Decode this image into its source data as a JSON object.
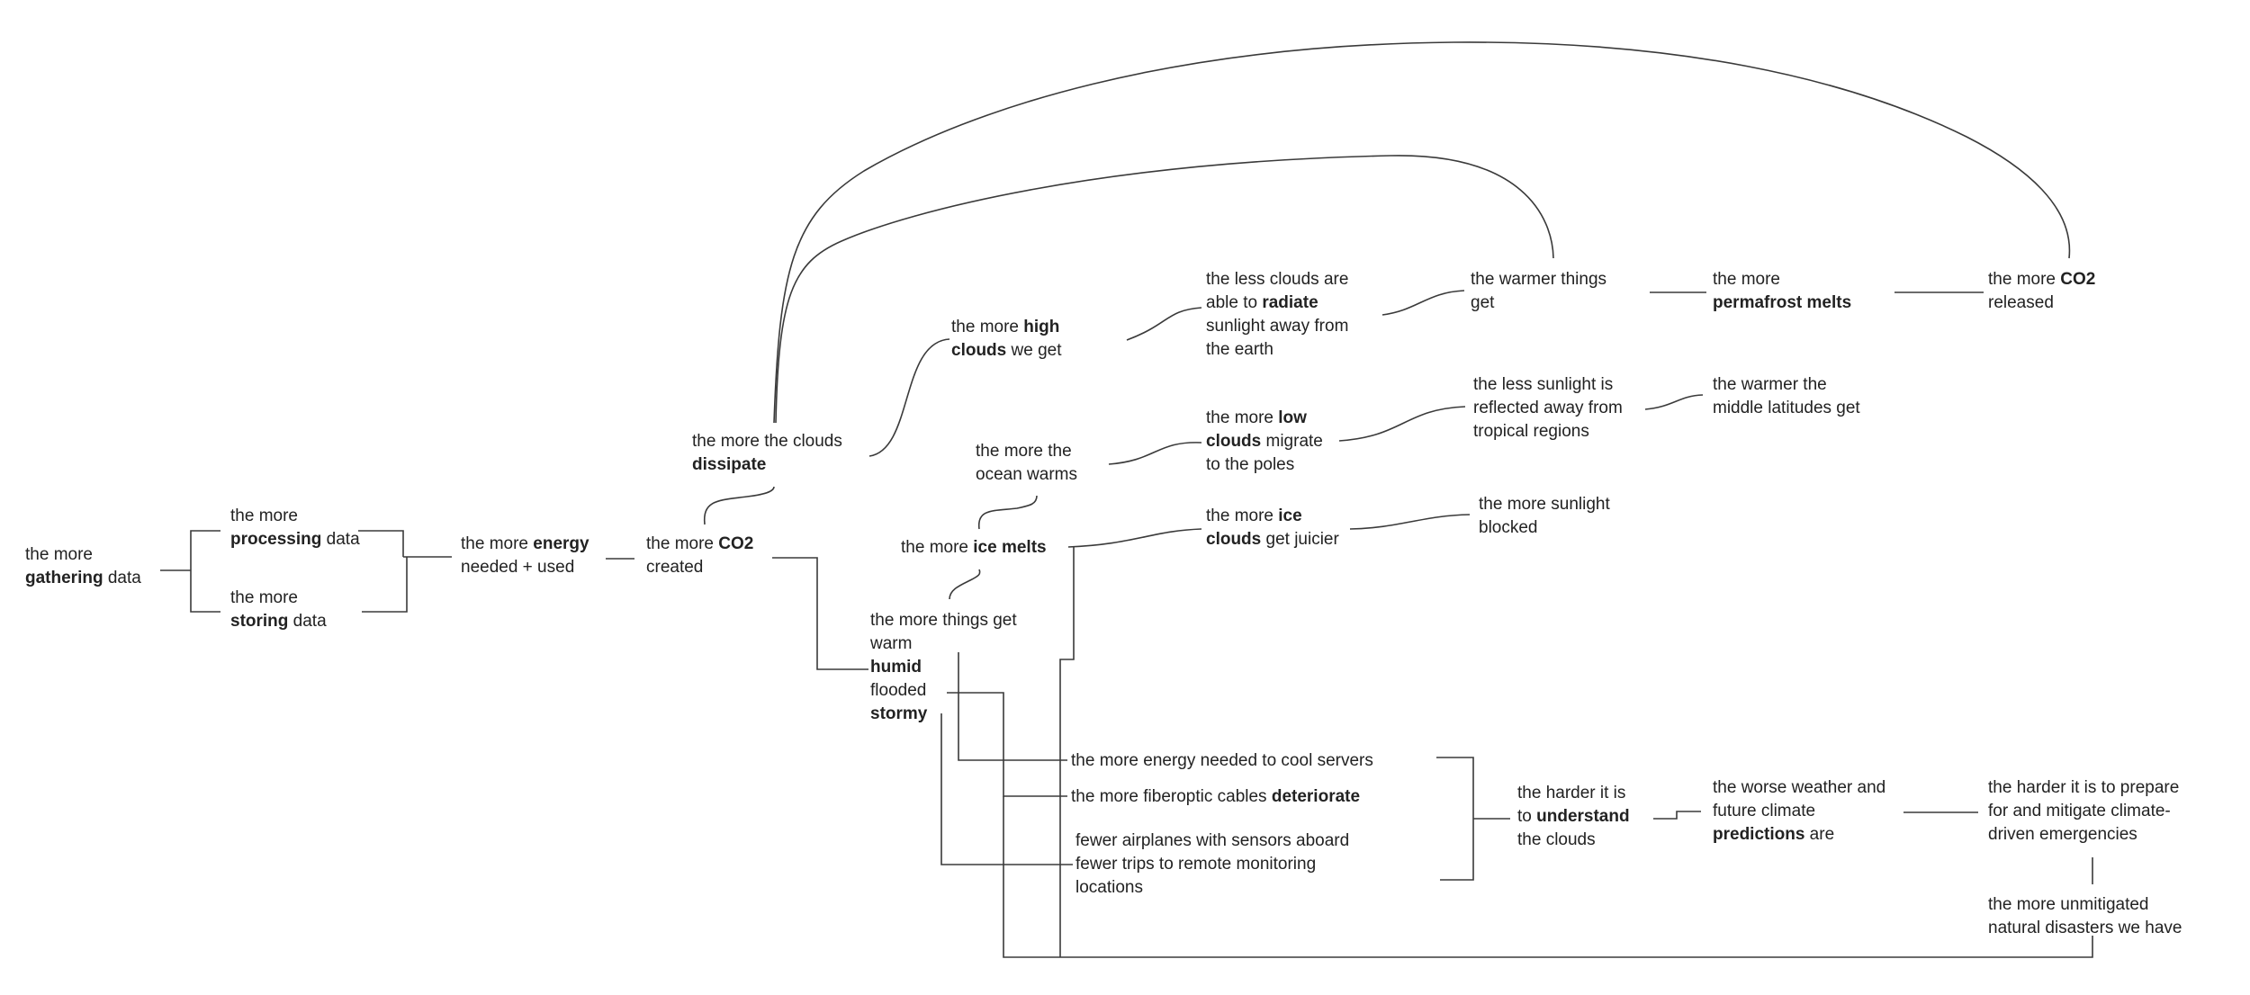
{
  "nodes": [
    {
      "id": "gathering",
      "lines": [
        [
          {
            "t": "the more"
          }
        ],
        [
          {
            "t": "gathering",
            "b": true
          },
          {
            "t": " data"
          }
        ]
      ]
    },
    {
      "id": "processing",
      "lines": [
        [
          {
            "t": "the more"
          }
        ],
        [
          {
            "t": "processing",
            "b": true
          },
          {
            "t": " data"
          }
        ]
      ]
    },
    {
      "id": "storing",
      "lines": [
        [
          {
            "t": "the more"
          }
        ],
        [
          {
            "t": "storing",
            "b": true
          },
          {
            "t": " data"
          }
        ]
      ]
    },
    {
      "id": "energy",
      "lines": [
        [
          {
            "t": "the more "
          },
          {
            "t": "energy",
            "b": true
          }
        ],
        [
          {
            "t": "needed + used"
          }
        ]
      ]
    },
    {
      "id": "co2-created",
      "lines": [
        [
          {
            "t": "the more "
          },
          {
            "t": "CO2",
            "b": true
          }
        ],
        [
          {
            "t": "created"
          }
        ]
      ]
    },
    {
      "id": "dissipate",
      "lines": [
        [
          {
            "t": "the more the clouds"
          }
        ],
        [
          {
            "t": "dissipate",
            "b": true
          }
        ]
      ]
    },
    {
      "id": "high-clouds",
      "lines": [
        [
          {
            "t": "the more "
          },
          {
            "t": "high",
            "b": true
          }
        ],
        [
          {
            "t": "clouds",
            "b": true
          },
          {
            "t": " we get"
          }
        ]
      ]
    },
    {
      "id": "less-radiate",
      "lines": [
        [
          {
            "t": "the less clouds are"
          }
        ],
        [
          {
            "t": "able to "
          },
          {
            "t": "radiate",
            "b": true
          }
        ],
        [
          {
            "t": "sunlight away from"
          }
        ],
        [
          {
            "t": "the earth"
          }
        ]
      ]
    },
    {
      "id": "warmer-things",
      "lines": [
        [
          {
            "t": "the warmer things"
          }
        ],
        [
          {
            "t": "get"
          }
        ]
      ]
    },
    {
      "id": "permafrost",
      "lines": [
        [
          {
            "t": "the more"
          }
        ],
        [
          {
            "t": "permafrost melts",
            "b": true
          }
        ]
      ]
    },
    {
      "id": "co2-released",
      "lines": [
        [
          {
            "t": "the more "
          },
          {
            "t": "CO2",
            "b": true
          }
        ],
        [
          {
            "t": "released"
          }
        ]
      ]
    },
    {
      "id": "ocean-warms",
      "lines": [
        [
          {
            "t": "the more the"
          }
        ],
        [
          {
            "t": "ocean warms"
          }
        ]
      ]
    },
    {
      "id": "low-clouds",
      "lines": [
        [
          {
            "t": "the more "
          },
          {
            "t": "low",
            "b": true
          }
        ],
        [
          {
            "t": "clouds",
            "b": true
          },
          {
            "t": " migrate"
          }
        ],
        [
          {
            "t": "to the poles"
          }
        ]
      ]
    },
    {
      "id": "less-sunlight",
      "lines": [
        [
          {
            "t": "the less sunlight is"
          }
        ],
        [
          {
            "t": "reflected away from"
          }
        ],
        [
          {
            "t": "tropical regions"
          }
        ]
      ]
    },
    {
      "id": "warmer-latitudes",
      "lines": [
        [
          {
            "t": "the warmer the"
          }
        ],
        [
          {
            "t": "middle latitudes get"
          }
        ]
      ]
    },
    {
      "id": "ice-melts",
      "lines": [
        [
          {
            "t": "the more "
          },
          {
            "t": "ice melts",
            "b": true
          }
        ]
      ]
    },
    {
      "id": "ice-clouds",
      "lines": [
        [
          {
            "t": "the more "
          },
          {
            "t": "ice",
            "b": true
          }
        ],
        [
          {
            "t": "clouds",
            "b": true
          },
          {
            "t": " get juicier"
          }
        ]
      ]
    },
    {
      "id": "sunlight-blocked",
      "lines": [
        [
          {
            "t": "the more sunlight"
          }
        ],
        [
          {
            "t": "blocked"
          }
        ]
      ]
    },
    {
      "id": "things-get",
      "lines": [
        [
          {
            "t": "the more things get"
          }
        ],
        [
          {
            "t": "warm"
          }
        ],
        [
          {
            "t": "humid",
            "b": true
          }
        ],
        [
          {
            "t": "flooded"
          }
        ],
        [
          {
            "t": "stormy",
            "b": true
          }
        ]
      ]
    },
    {
      "id": "cool-servers",
      "lines": [
        [
          {
            "t": "the more energy needed to cool servers"
          }
        ]
      ]
    },
    {
      "id": "cables",
      "lines": [
        [
          {
            "t": "the more fiberoptic cables "
          },
          {
            "t": "deteriorate",
            "b": true
          }
        ]
      ]
    },
    {
      "id": "airplanes",
      "lines": [
        [
          {
            "t": "fewer airplanes with sensors aboard"
          }
        ],
        [
          {
            "t": "fewer trips to remote monitoring"
          }
        ],
        [
          {
            "t": "locations"
          }
        ]
      ]
    },
    {
      "id": "understand",
      "lines": [
        [
          {
            "t": "the harder it is"
          }
        ],
        [
          {
            "t": "to "
          },
          {
            "t": "understand",
            "b": true
          }
        ],
        [
          {
            "t": "the clouds"
          }
        ]
      ]
    },
    {
      "id": "predictions",
      "lines": [
        [
          {
            "t": "the worse weather and"
          }
        ],
        [
          {
            "t": "future climate"
          }
        ],
        [
          {
            "t": "predictions",
            "b": true
          },
          {
            "t": " are"
          }
        ]
      ]
    },
    {
      "id": "prepare",
      "lines": [
        [
          {
            "t": "the harder it is to prepare"
          }
        ],
        [
          {
            "t": "for and mitigate climate-"
          }
        ],
        [
          {
            "t": "driven emergencies"
          }
        ]
      ]
    },
    {
      "id": "disasters",
      "lines": [
        [
          {
            "t": "the more unmitigated"
          }
        ],
        [
          {
            "t": "natural disasters we have"
          }
        ]
      ]
    }
  ]
}
